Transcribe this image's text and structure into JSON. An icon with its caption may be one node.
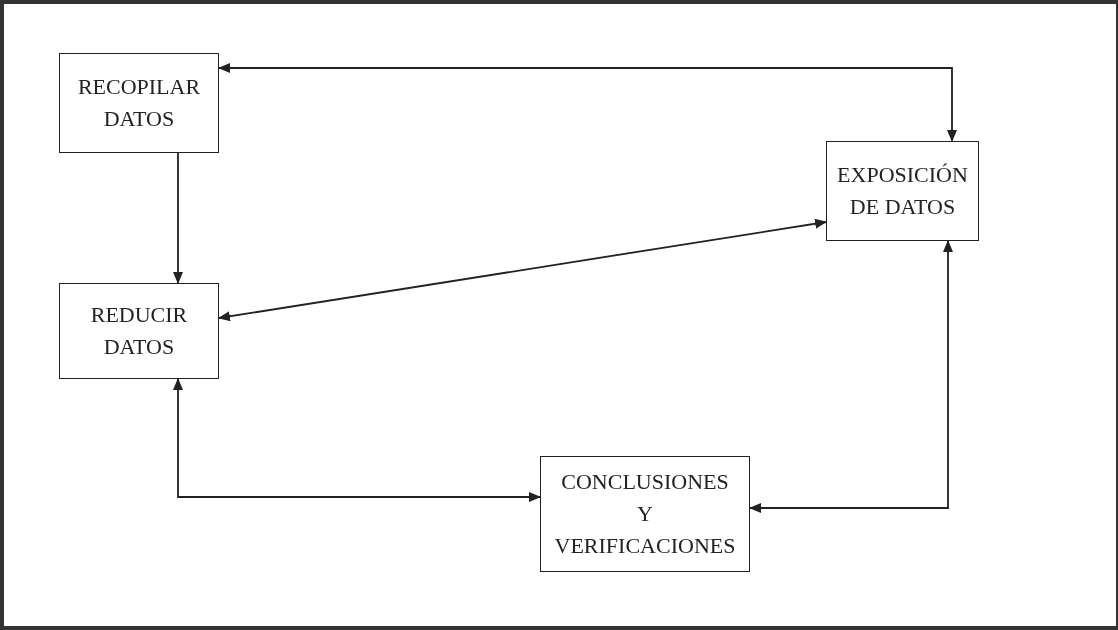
{
  "diagram": {
    "nodes": [
      {
        "text": [
          "RECOPILAR DATOS"
        ]
      },
      {
        "text": [
          "EXPOSICIÓN DE DATOS"
        ]
      },
      {
        "text": [
          "REDUCIR DATOS"
        ]
      },
      {
        "text": [
          "CONCLUSIONES Y VERIFICACIONES"
        ]
      }
    ],
    "edges": [
      {
        "from": 0,
        "to": 1,
        "arrow": "both"
      },
      {
        "from": 0,
        "to": 2,
        "arrow": "to"
      },
      {
        "from": 2,
        "to": 1,
        "arrow": "both"
      },
      {
        "from": 2,
        "to": 3,
        "arrow": "both"
      },
      {
        "from": 3,
        "to": 1,
        "arrow": "both"
      }
    ]
  }
}
